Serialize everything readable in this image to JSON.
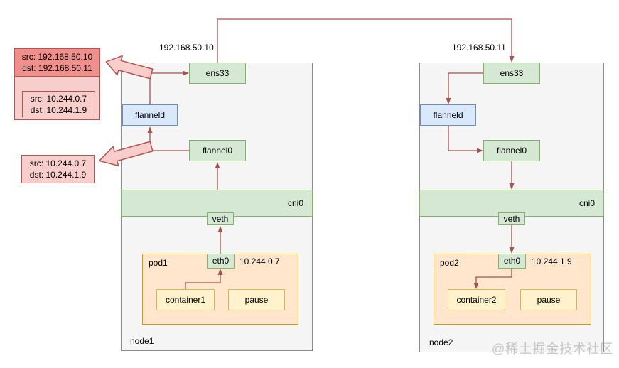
{
  "packet_outer": {
    "src": "src: 192.168.50.10",
    "dst": "dst: 192.168.50.11"
  },
  "packet_inner": {
    "src": "src: 10.244.0.7",
    "dst": "dst: 10.244.1.9"
  },
  "packet_standalone": {
    "src": "src: 10.244.0.7",
    "dst": "dst: 10.244.1.9"
  },
  "nodes": [
    {
      "label": "node1",
      "ip": "192.168.50.10",
      "ens": "ens33",
      "flanneld": "flanneld",
      "flannel0": "flannel0",
      "cni": "cni0",
      "veth": "veth",
      "pod": {
        "label": "pod1",
        "eth": "eth0",
        "ip": "10.244.0.7",
        "container": "container1",
        "pause": "pause"
      }
    },
    {
      "label": "node2",
      "ip": "192.168.50.11",
      "ens": "ens33",
      "flanneld": "flanneld",
      "flannel0": "flannel0",
      "cni": "cni0",
      "veth": "veth",
      "pod": {
        "label": "pod2",
        "eth": "eth0",
        "ip": "10.244.1.9",
        "container": "container2",
        "pause": "pause"
      }
    }
  ],
  "watermark": "@稀土掘金技术社区",
  "colors": {
    "green_fill": "#d5e8d4",
    "green_stroke": "#82b366",
    "blue_fill": "#dae8fc",
    "blue_stroke": "#6c8ebf",
    "orange_fill": "#ffe6cc",
    "orange_stroke": "#d79b00",
    "yellow_fill": "#fff2cc",
    "yellow_stroke": "#d6b656",
    "pink_fill": "#f8cecc",
    "pink_header": "#f0908d",
    "pink_stroke": "#b85450",
    "arrow": "#a8524e",
    "node_fill": "#f5f5f5",
    "node_stroke": "#8c8c8c"
  }
}
